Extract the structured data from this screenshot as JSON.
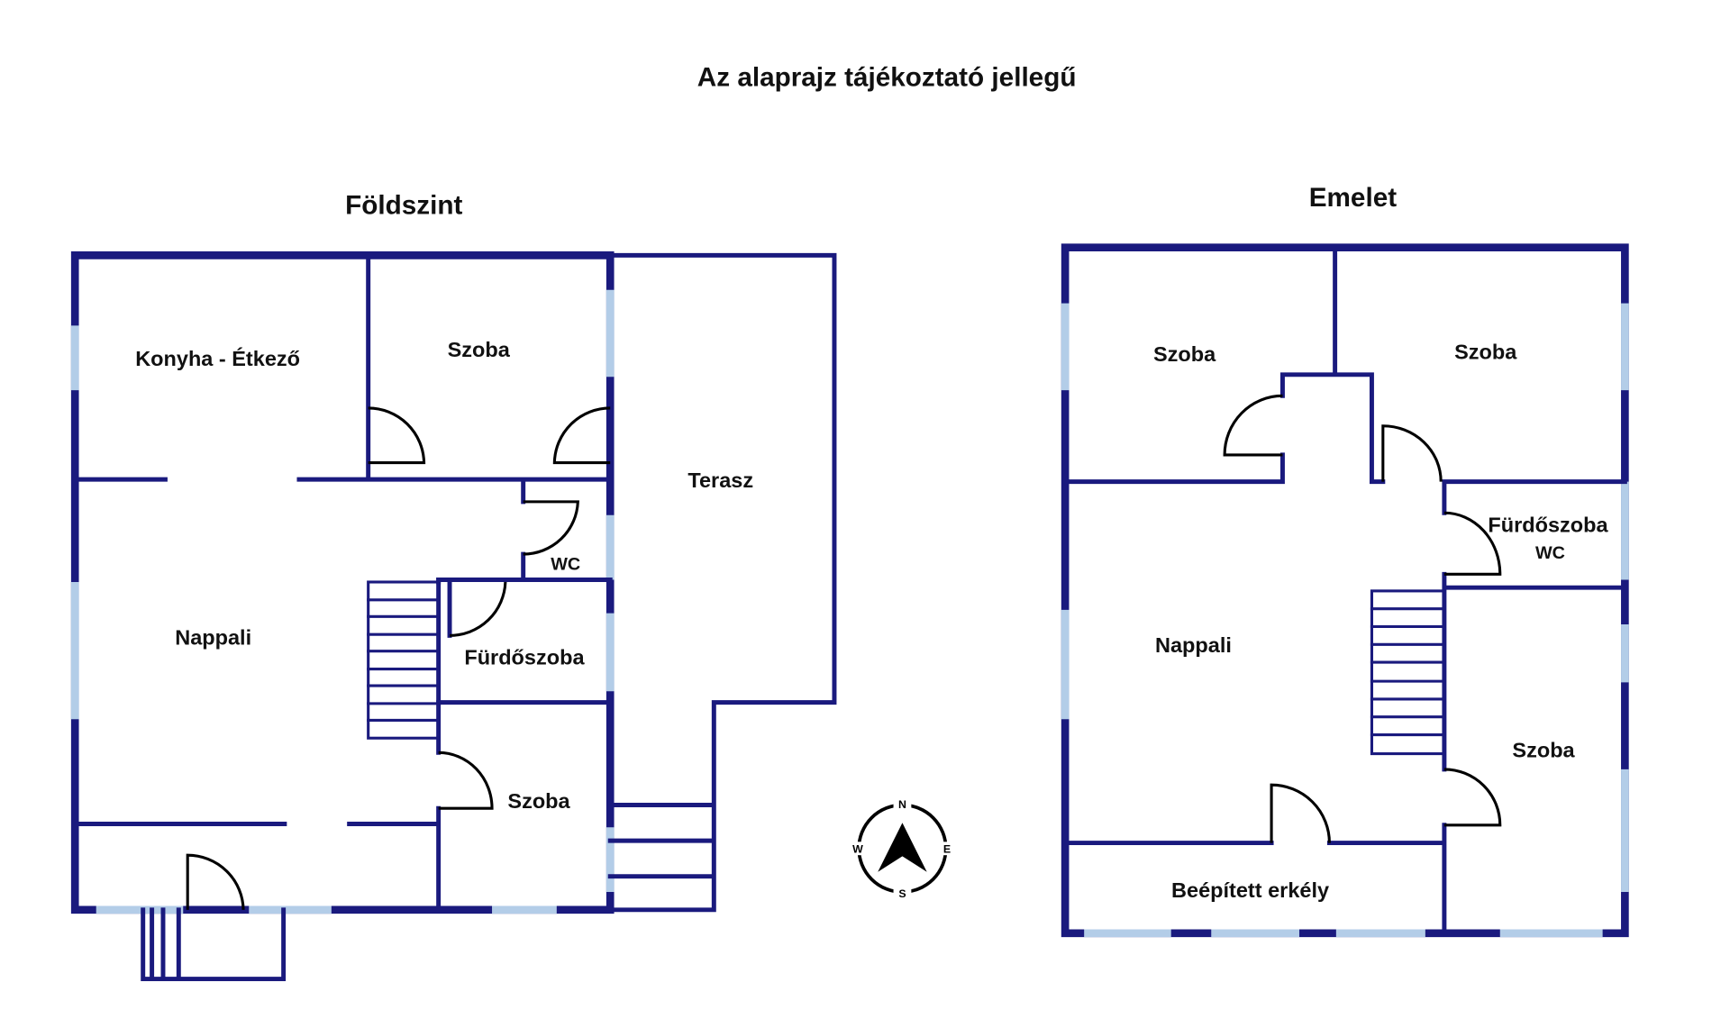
{
  "title": "Az alaprajz tájékoztató jellegű",
  "ground_floor": {
    "heading": "Földszint",
    "rooms": [
      "Konyha - Étkező",
      "Szoba",
      "Terasz",
      "WC",
      "Nappali",
      "Fürdőszoba",
      "Szoba"
    ]
  },
  "upper_floor": {
    "heading": "Emelet",
    "rooms": [
      "Szoba",
      "Szoba",
      "Fürdőszoba",
      "WC",
      "Nappali",
      "Szoba",
      "Beépített erkély"
    ]
  },
  "compass": {
    "n": "N",
    "e": "E",
    "s": "S",
    "w": "W"
  },
  "colors": {
    "wall": "#1a1a7e",
    "window": "#b3cde8"
  }
}
